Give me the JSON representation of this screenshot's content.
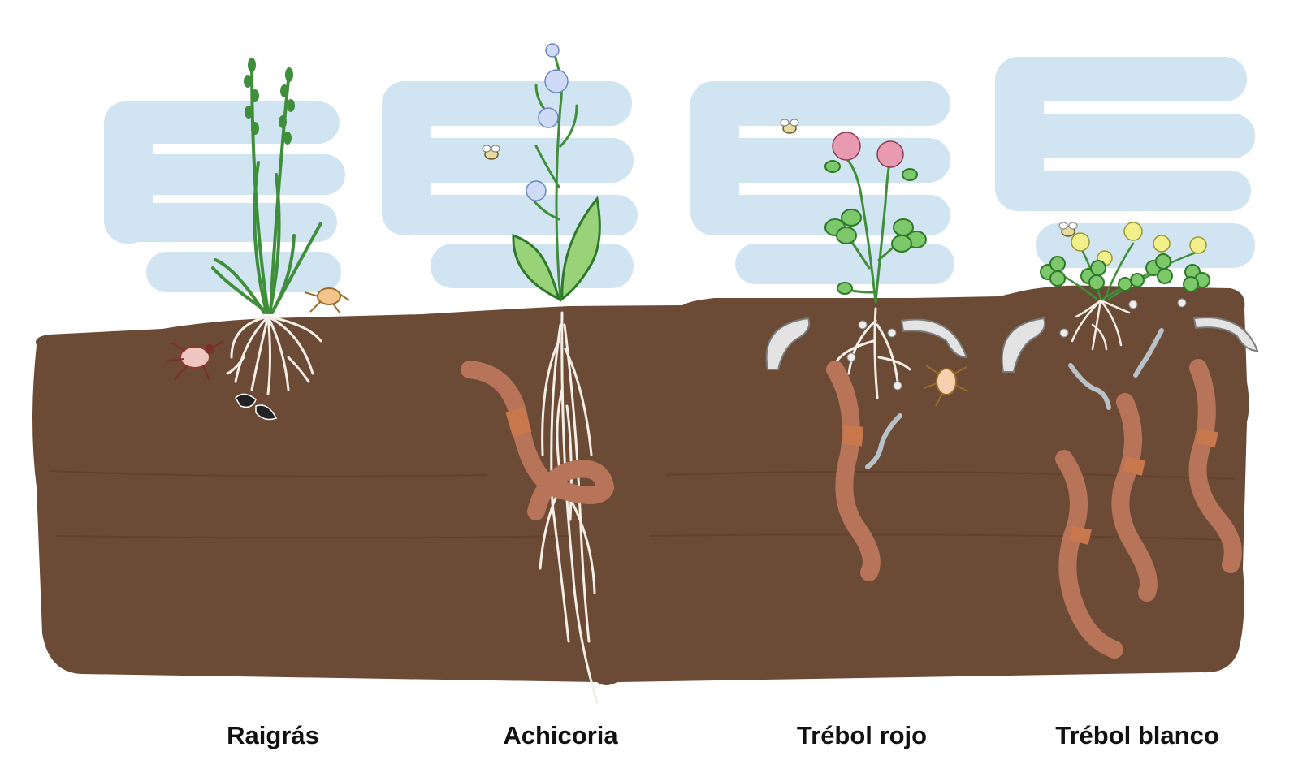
{
  "labels": {
    "raigras": "Raigrás",
    "achicoria": "Achicoria",
    "trebol_rojo": "Trébol rojo",
    "trebol_blanco": "Trébol blanco"
  },
  "colors": {
    "soil": "#6b4a36",
    "sky": "#cfe3f1",
    "root": "#f4efe6",
    "worm": "#b87458",
    "worm_band": "#c9784e",
    "leaf": "#55a64a",
    "stem": "#3f8f3a",
    "red_clover": "#e79ab0",
    "white_clover_flower": "#f2f08a",
    "chicory_flower": "#cfdbf6"
  },
  "icons": [
    "grass-icon",
    "chicory-icon",
    "red-clover-icon",
    "white-clover-icon",
    "earthworm-icon",
    "bee-icon",
    "mite-icon",
    "springtail-icon",
    "nematode-icon"
  ]
}
